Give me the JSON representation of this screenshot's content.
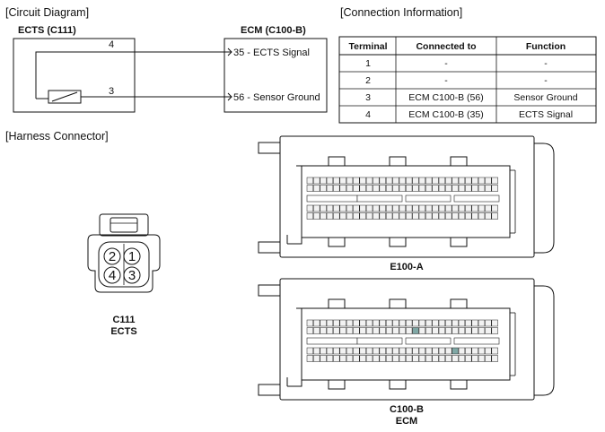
{
  "sections": {
    "circuit": "[Circuit Diagram]",
    "connection": "[Connection Information]",
    "harness": "[Harness Connector]"
  },
  "circuit": {
    "ects_title": "ECTS (C111)",
    "ecm_title": "ECM (C100-B)",
    "pin_top": "4",
    "pin_bottom": "3",
    "ecm_signal": "35 - ECTS Signal",
    "ecm_ground": "56 - Sensor Ground"
  },
  "table": {
    "headers": [
      "Terminal",
      "Connected to",
      "Function"
    ],
    "rows": [
      [
        "1",
        "-",
        "-"
      ],
      [
        "2",
        "-",
        "-"
      ],
      [
        "3",
        "ECM C100-B (56)",
        "Sensor Ground"
      ],
      [
        "4",
        "ECM C100-B (35)",
        "ECTS Signal"
      ]
    ]
  },
  "connectors": {
    "ects_cavities": [
      "2",
      "1",
      "4",
      "3"
    ],
    "ects_label1": "C111",
    "ects_label2": "ECTS",
    "e100a_label": "E100-A",
    "c100b_label1": "C100-B",
    "c100b_label2": "ECM"
  },
  "colors": {
    "line": "#111111",
    "pin_fill": "#f2f2f2",
    "pin_highlight": "#7fa7a5"
  }
}
